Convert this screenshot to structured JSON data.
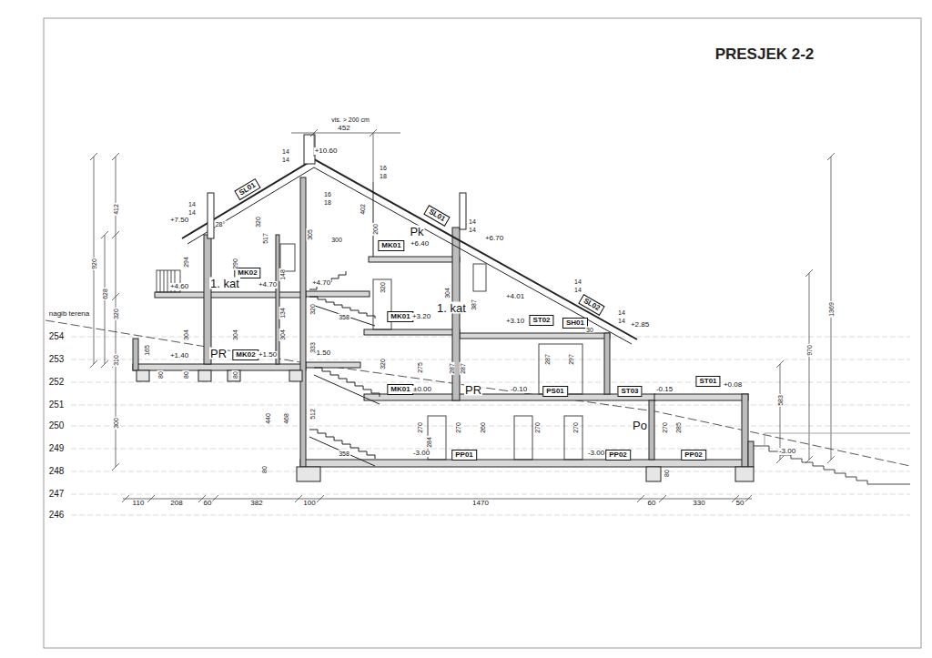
{
  "diagram": {
    "title": "PRESJEK 2-2",
    "nodes": [
      {
        "text": [
          "SL01"
        ]
      },
      {
        "text": [
          "SL01"
        ]
      },
      {
        "text": [
          "MK01"
        ]
      },
      {
        "text": [
          "MK02"
        ]
      },
      {
        "text": [
          "SL02"
        ]
      },
      {
        "text": [
          "MK01"
        ]
      },
      {
        "text": [
          "ST02"
        ]
      },
      {
        "text": [
          "SH01"
        ]
      },
      {
        "text": [
          "MK02"
        ]
      },
      {
        "text": [
          "ST01"
        ]
      },
      {
        "text": [
          "MK01"
        ]
      },
      {
        "text": [
          "PS01"
        ]
      },
      {
        "text": [
          "ST03"
        ]
      },
      {
        "text": [
          "PP01"
        ]
      },
      {
        "text": [
          "PP02"
        ]
      },
      {
        "text": [
          "PP02"
        ]
      }
    ],
    "labels": [
      "vis. > 200 cm",
      "452",
      "14",
      "14",
      "+10.60",
      "16",
      "18",
      "16",
      "18",
      "14",
      "14",
      "+7.50",
      "28°",
      "Pk",
      "14",
      "14",
      "+6.70",
      "+6.40",
      "300",
      "320",
      "517",
      "305",
      "402",
      "200",
      "412",
      "920",
      "628",
      "320",
      "310",
      "300",
      "1. kat",
      "+4.60",
      "+4.70",
      "+4.70",
      "294",
      "290",
      "148",
      "134",
      "320",
      "320",
      "304",
      "387",
      "358",
      "+3.20",
      "1. kat",
      "+4.01",
      "+3.10",
      "14",
      "14",
      "14",
      "14",
      "+2.85",
      "30",
      "nagib terena",
      "254",
      "253",
      "252",
      "251",
      "250",
      "249",
      "248",
      "247",
      "246",
      "165",
      "+1.40",
      "PR",
      "+1.50",
      "+1.50",
      "304",
      "304",
      "304",
      "333",
      "80",
      "80",
      "80",
      "±0.00",
      "PR",
      "-0.10",
      "-0.15",
      "+0.08",
      "320",
      "275",
      "287",
      "287",
      "287",
      "297",
      "440",
      "468",
      "512",
      "270",
      "284",
      "270",
      "260",
      "270",
      "270",
      "Po",
      "270",
      "285",
      "358",
      "-3.00",
      "-3.00",
      "-3.00",
      "80",
      "80",
      "583",
      "970",
      "1369",
      "110",
      "208",
      "60",
      "382",
      "100",
      "1470",
      "60",
      "330",
      "50"
    ]
  }
}
